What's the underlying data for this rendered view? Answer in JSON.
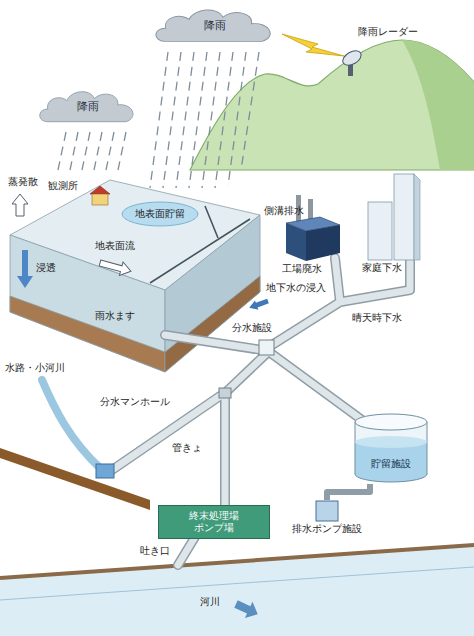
{
  "diagram": {
    "nodes": [
      {
        "text": [
          "降雨"
        ]
      },
      {
        "text": [
          "降雨"
        ]
      },
      {
        "text": [
          "工場廃水"
        ]
      },
      {
        "text": [
          "家庭下水"
        ]
      },
      {
        "text": [
          "貯留施設"
        ]
      },
      {
        "text": [
          "排水ポンプ施設"
        ]
      },
      {
        "text": [
          "終末処理場",
          "ポンプ場"
        ]
      }
    ],
    "edges": [
      {
        "from": 4,
        "to": 5,
        "arrow": "none"
      }
    ],
    "labels": [
      "降雨レーダー",
      "蒸発散",
      "観測所",
      "地表面貯留",
      "地表面流",
      "浸透",
      "側溝排水",
      "地下水の浸入",
      "雨水ます",
      "分水施設",
      "晴天時下水",
      "水路・小河川",
      "分水マンホール",
      "管きょ",
      "吐き口",
      "河川"
    ]
  }
}
